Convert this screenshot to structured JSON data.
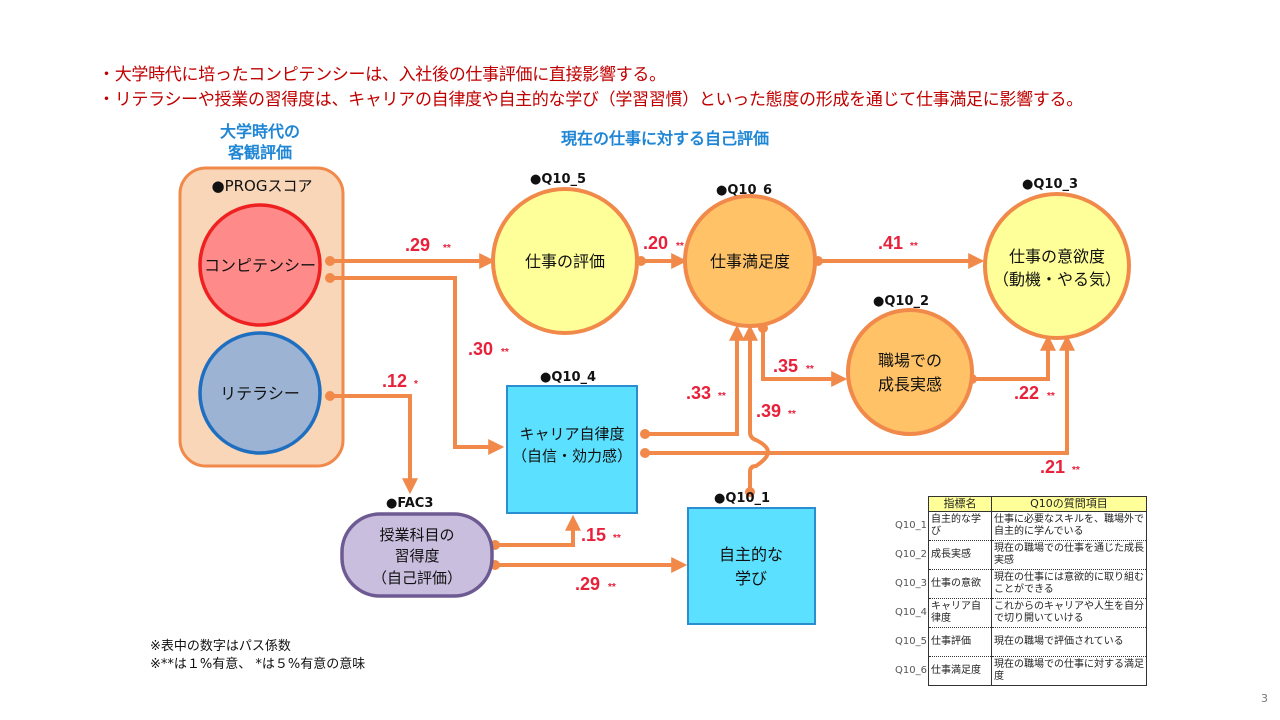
{
  "headlines": [
    "・大学時代に培ったコンピテンシーは、入社後の仕事評価に直接影響する。",
    "・リテラシーや授業の習得度は、キャリアの自律度や自主的な学び（学習習慣）といった態度の形成を通じて仕事満足に影響する。"
  ],
  "sections": {
    "objective": [
      "大学時代の",
      "客観評価"
    ],
    "self": "現在の仕事に対する自己評価"
  },
  "prog_group": {
    "label": "●PROGスコア"
  },
  "nodes": {
    "competency": {
      "label": "コンピテンシー"
    },
    "literacy": {
      "label": "リテラシー"
    },
    "q10_5": {
      "id": "●Q10_5",
      "lines": [
        "仕事の評価"
      ]
    },
    "q10_6": {
      "id": "●Q10_6",
      "lines": [
        "仕事満足度"
      ]
    },
    "q10_3": {
      "id": "●Q10_3",
      "lines": [
        "仕事の意欲度",
        "（動機・やる気）"
      ]
    },
    "q10_2": {
      "id": "●Q10_2",
      "lines": [
        "職場での",
        "成長実感"
      ]
    },
    "q10_4": {
      "id": "●Q10_4",
      "lines": [
        "キャリア自律度",
        "（自信・効力感）"
      ]
    },
    "q10_1": {
      "id": "●Q10_1",
      "lines": [
        "自主的な",
        "学び"
      ]
    },
    "fac3": {
      "id": "●FAC3",
      "lines": [
        "授業科目の",
        "習得度",
        "（自己評価）"
      ]
    }
  },
  "paths": [
    {
      "from": "competency",
      "to": "q10_5",
      "coef": ".29",
      "sig": "**"
    },
    {
      "from": "competency",
      "to": "q10_4",
      "coef": ".30",
      "sig": "**"
    },
    {
      "from": "literacy",
      "to": "fac3",
      "coef": ".12",
      "sig": "*"
    },
    {
      "from": "q10_5",
      "to": "q10_6",
      "coef": ".20",
      "sig": "**"
    },
    {
      "from": "q10_6",
      "to": "q10_3",
      "coef": ".41",
      "sig": "**"
    },
    {
      "from": "q10_6",
      "to": "q10_2",
      "coef": ".35",
      "sig": "**"
    },
    {
      "from": "q10_4",
      "to": "q10_6",
      "coef": ".33",
      "sig": "**"
    },
    {
      "from": "q10_1",
      "to": "q10_6",
      "coef": ".39",
      "sig": "**"
    },
    {
      "from": "q10_2",
      "to": "q10_3",
      "coef": ".22",
      "sig": "**"
    },
    {
      "from": "q10_4",
      "to": "q10_3",
      "coef": ".21",
      "sig": "**"
    },
    {
      "from": "fac3",
      "to": "q10_4",
      "coef": ".15",
      "sig": "**"
    },
    {
      "from": "fac3",
      "to": "q10_1",
      "coef": ".29",
      "sig": "**"
    }
  ],
  "legend_table": {
    "headers": [
      "指標名",
      "Q10の質問項目"
    ],
    "rows": [
      {
        "id": "Q10_1",
        "name": "自主的な学び",
        "desc": "仕事に必要なスキルを、職場外で自主的に学んでいる"
      },
      {
        "id": "Q10_2",
        "name": "成長実感",
        "desc": "現在の職場での仕事を通じた成長実感"
      },
      {
        "id": "Q10_3",
        "name": "仕事の意欲",
        "desc": "現在の仕事には意欲的に取り組むことができる"
      },
      {
        "id": "Q10_4",
        "name": "キャリア自律度",
        "desc": "これからのキャリアや人生を自分で切り開いていける"
      },
      {
        "id": "Q10_5",
        "name": "仕事評価",
        "desc": "現在の職場で評価されている"
      },
      {
        "id": "Q10_6",
        "name": "仕事満足度",
        "desc": "現在の職場での仕事に対する満足度"
      }
    ]
  },
  "notes": [
    "※表中の数字はパス係数",
    "※**は１%有意、 *は５%有意の意味"
  ],
  "page_number": "3",
  "colors": {
    "headline": "#c00000",
    "section_title": "#1f86d6",
    "arrow": "#f0894a",
    "coef": "#e8203a",
    "competency_fill": "#ff8a8a",
    "competency_stroke": "#ee2020",
    "literacy_fill": "#9db3d4",
    "literacy_stroke": "#1f6fc0",
    "light_yellow": "#ffff99",
    "orange_node": "#ffc266",
    "cyan_box": "#5ce0ff",
    "fac3_fill": "#c9bedd",
    "fac3_stroke": "#6e5a92",
    "prog_bg": "#f9d6b8"
  }
}
